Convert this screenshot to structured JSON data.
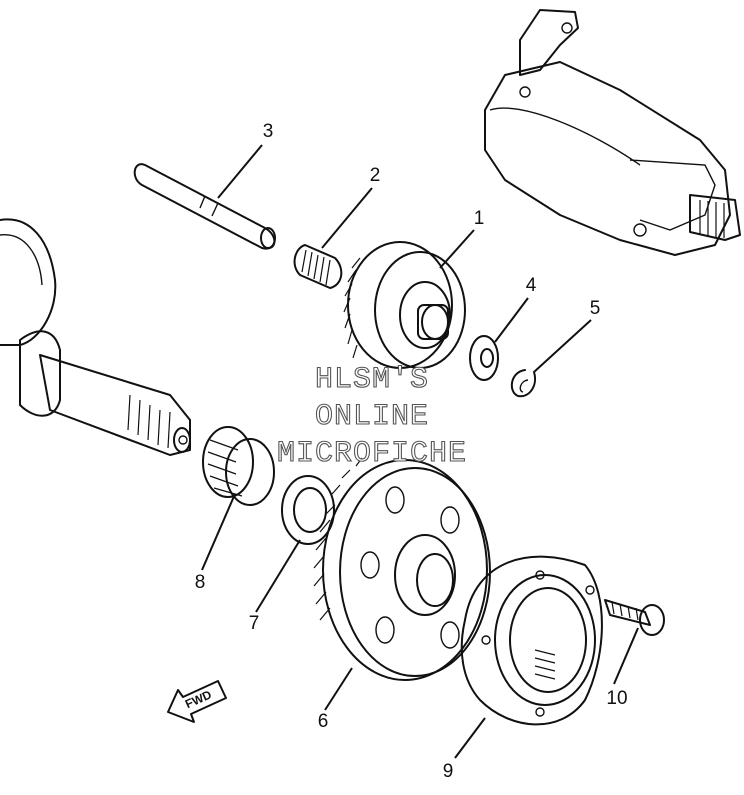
{
  "watermark": {
    "line1": "HLSM'S",
    "line2": "ONLINE",
    "line3": "MICROFICHE"
  },
  "direction_badge": "FWD",
  "callouts": {
    "c1": "1",
    "c2": "2",
    "c3": "3",
    "c4": "4",
    "c5": "5",
    "c6": "6",
    "c7": "7",
    "c8": "8",
    "c9": "9",
    "c10": "10"
  }
}
